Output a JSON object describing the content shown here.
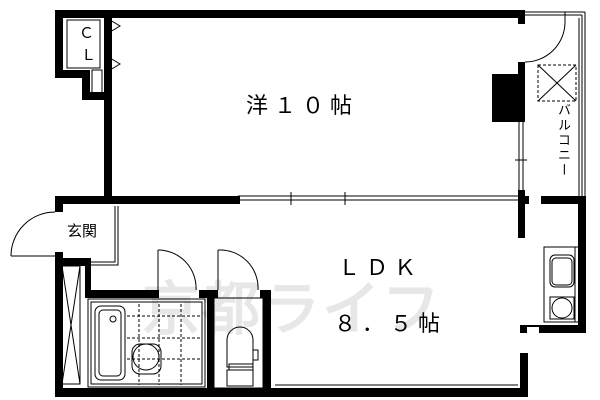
{
  "floor_plan": {
    "layout": "1LDK",
    "rooms": [
      {
        "id": "western",
        "label": "洋１０帖",
        "type": "洋室",
        "size_jo": 10
      },
      {
        "id": "ldk",
        "label_line1": "ＬＤＫ",
        "label_line2": "８．５帖",
        "type": "LDK",
        "size_jo": 8.5
      },
      {
        "id": "closet",
        "label_top": "Ｃ",
        "label_bottom": "Ｌ",
        "type": "closet"
      },
      {
        "id": "entrance",
        "label": "玄関",
        "type": "entrance"
      },
      {
        "id": "balcony",
        "label": "バルコニー",
        "type": "balcony"
      },
      {
        "id": "bathroom",
        "type": "unit bath"
      },
      {
        "id": "toilet",
        "type": "toilet"
      },
      {
        "id": "kitchen",
        "type": "kitchen counter"
      }
    ],
    "watermark": "京都ライフ",
    "colors": {
      "wall": "#000000",
      "background": "#ffffff",
      "watermark": "#e8e8e8"
    }
  }
}
